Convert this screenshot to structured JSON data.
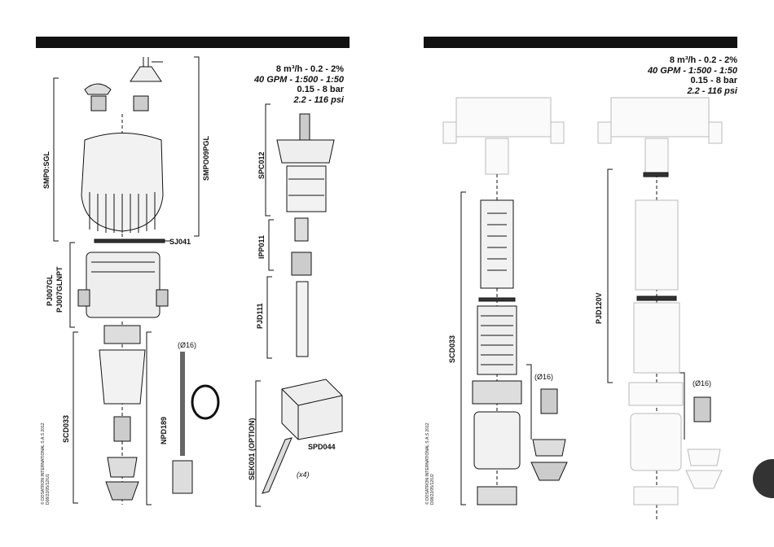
{
  "left_page": {
    "specs": {
      "line1": "8 m³/h  -  0.2  -  2%",
      "line2": "40 GPM - 1:500 - 1:50",
      "line3": "0.15 - 8 bar",
      "line4": "2.2 - 116 psi"
    },
    "labels": {
      "smp": "SMP0:SGL",
      "smpo": "SMPO09PGL",
      "sj041": "SJ041",
      "pj": "PJ007GL",
      "pjnpt": "PJ007GLNPT",
      "scd": "SCD033",
      "diameter": "(Ø16)",
      "npd": "NPD189",
      "spc": "SPC012",
      "ipp": "IPP011",
      "pjd": "PJD111",
      "sek": "SEK001 (OPTION)",
      "spd": "SPD044",
      "qty": "(x4)"
    },
    "copyright": {
      "line1": "© DOSATRON INTERNATIONAL S.A.S 2012",
      "line2": "D08/22/05/12/U1"
    }
  },
  "right_page": {
    "specs": {
      "line1": "8 m³/h  -  0.2  -  2%",
      "line2": "40 GPM - 1:500 - 1:50",
      "line3": "0.15 - 8 bar",
      "line4": "2.2 - 116 psi"
    },
    "labels": {
      "scd": "SCD033",
      "pjd": "PJD120V",
      "diameter_a": "(Ø16)",
      "diameter_b": "(Ø16)"
    },
    "copyright": {
      "line1": "© DOSATRON INTERNATIONAL S.A.S 2012",
      "line2": "D08/22/05/12/U2"
    }
  }
}
